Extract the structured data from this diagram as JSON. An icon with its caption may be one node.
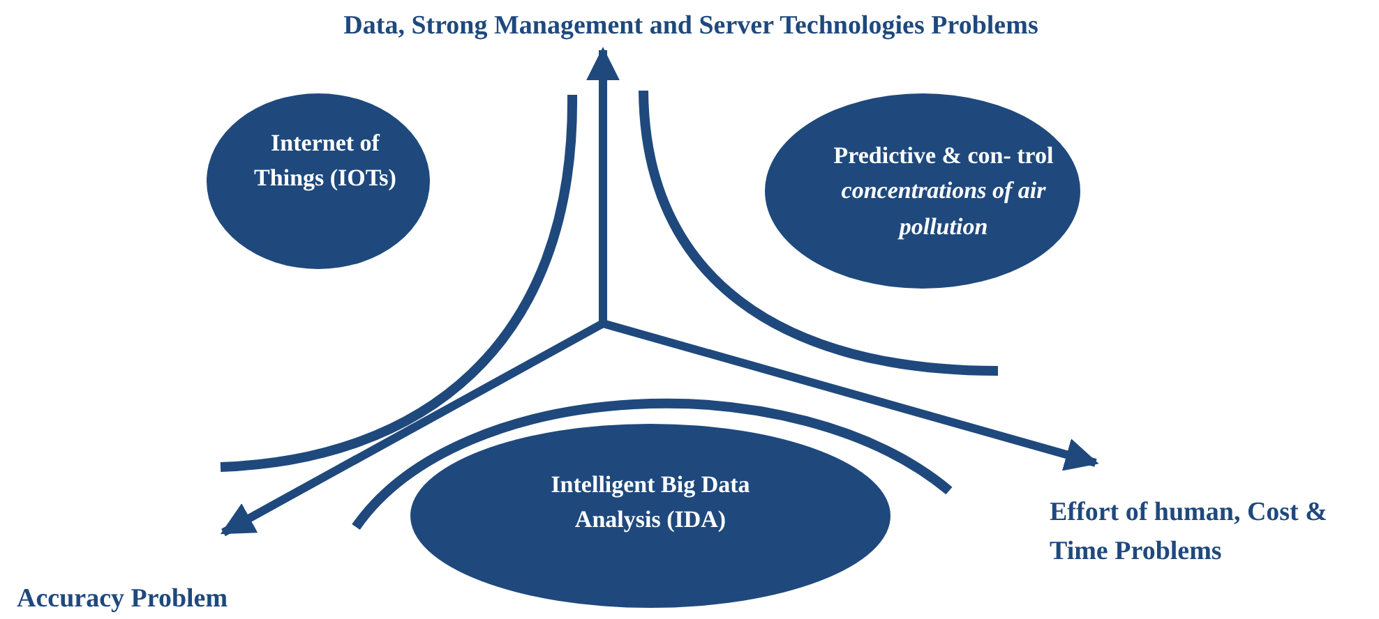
{
  "diagram": {
    "nodes": [
      {
        "text": [
          "Internet of Things (IOTs)"
        ]
      },
      {
        "text": [
          "Predictive & con- trol *concentrations of air pollution*"
        ]
      },
      {
        "text": [
          "Intelligent Big Data Analysis (IDA)"
        ]
      },
      {
        "text": [
          "Data, Strong Management and Server Technologies Problems"
        ]
      },
      {
        "text": [
          "Accuracy Problem"
        ]
      },
      {
        "text": [
          "Effort of human, Cost & Time Problems"
        ]
      }
    ],
    "edges": [
      {
        "from": null,
        "to": 3,
        "arrow": "to"
      },
      {
        "from": null,
        "to": 4,
        "arrow": "to"
      },
      {
        "from": null,
        "to": 5,
        "arrow": "to"
      }
    ]
  }
}
